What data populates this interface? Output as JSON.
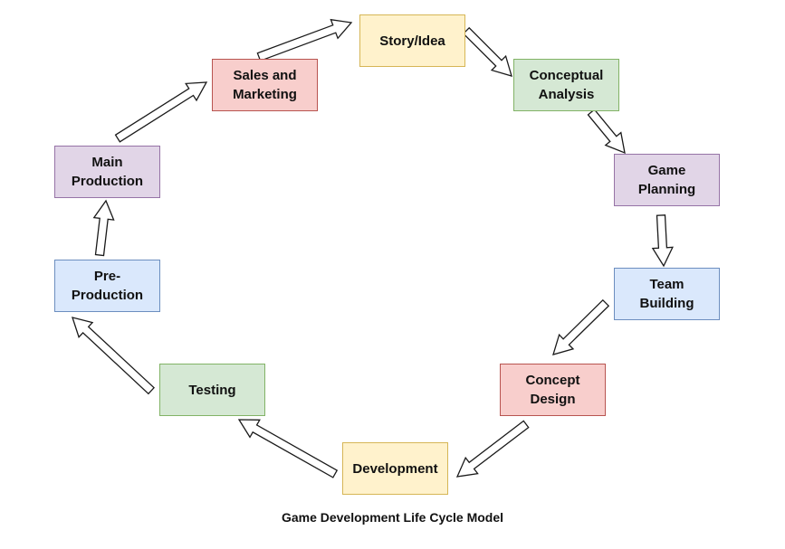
{
  "colors": {
    "yellow": {
      "fill": "#fff2cc",
      "stroke": "#d6b656"
    },
    "green": {
      "fill": "#d5e8d4",
      "stroke": "#82b366"
    },
    "purple": {
      "fill": "#e1d5e7",
      "stroke": "#9673a6"
    },
    "blue": {
      "fill": "#dae8fc",
      "stroke": "#6c8ebf"
    },
    "red": {
      "fill": "#f8cecc",
      "stroke": "#b85450"
    }
  },
  "nodes": {
    "story_idea": "Story/Idea",
    "conceptual_analysis": "Conceptual\nAnalysis",
    "game_planning": "Game\nPlanning",
    "team_building": "Team\nBuilding",
    "concept_design": "Concept\nDesign",
    "development": "Development",
    "testing": "Testing",
    "pre_production": "Pre-\nProduction",
    "main_production": "Main\nProduction",
    "sales_marketing": "Sales and\nMarketing"
  },
  "caption": "Game Development Life Cycle Model"
}
